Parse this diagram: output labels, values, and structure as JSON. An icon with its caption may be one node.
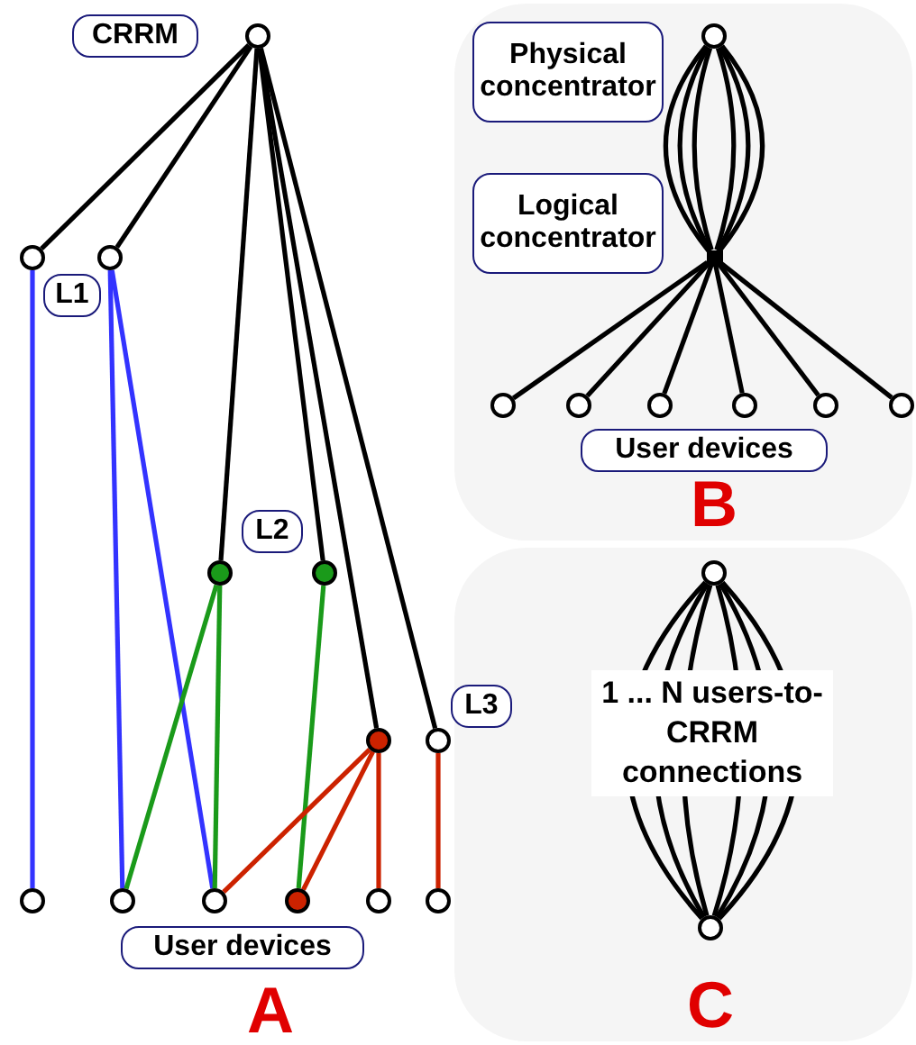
{
  "diagram": {
    "nodes": [
      {
        "text": [
          "CRRM"
        ]
      },
      {
        "text": [],
        "shape": "circle"
      },
      {
        "text": [
          "L1"
        ]
      },
      {
        "text": [],
        "shape": "circle"
      },
      {
        "text": [],
        "shape": "circle"
      },
      {
        "text": [
          "L2"
        ]
      },
      {
        "text": [],
        "shape": "circle"
      },
      {
        "text": [],
        "shape": "circle"
      },
      {
        "text": [
          "L3"
        ]
      },
      {
        "text": [],
        "shape": "circle"
      },
      {
        "text": [],
        "shape": "circle"
      },
      {
        "text": [
          "User devices"
        ]
      },
      {
        "text": [],
        "shape": "circle"
      },
      {
        "text": [],
        "shape": "circle"
      },
      {
        "text": [],
        "shape": "circle"
      },
      {
        "text": [],
        "shape": "circle"
      },
      {
        "text": [],
        "shape": "circle"
      },
      {
        "text": [],
        "shape": "circle"
      },
      {
        "text": [
          "Physical concentrator"
        ]
      },
      {
        "text": [],
        "shape": "circle"
      },
      {
        "text": [
          "Logical concentrator"
        ]
      },
      {
        "text": [],
        "shape": "box"
      },
      {
        "text": [
          "User devices"
        ]
      },
      {
        "text": [],
        "shape": "circle"
      },
      {
        "text": [],
        "shape": "circle"
      },
      {
        "text": [],
        "shape": "circle"
      },
      {
        "text": [],
        "shape": "circle"
      },
      {
        "text": [],
        "shape": "circle"
      },
      {
        "text": [],
        "shape": "circle"
      },
      {
        "text": [],
        "shape": "circle"
      },
      {
        "text": [],
        "shape": "circle"
      }
    ],
    "edges": [
      {
        "from": 1,
        "to": 3,
        "arrow": "none"
      },
      {
        "from": 1,
        "to": 4,
        "arrow": "none"
      },
      {
        "from": 1,
        "to": 6,
        "arrow": "none"
      },
      {
        "from": 1,
        "to": 7,
        "arrow": "none"
      },
      {
        "from": 1,
        "to": 9,
        "arrow": "none"
      },
      {
        "from": 1,
        "to": 10,
        "arrow": "none"
      },
      {
        "from": 3,
        "to": 12,
        "arrow": "none",
        "color": "#3333ff"
      },
      {
        "from": 4,
        "to": 13,
        "arrow": "none",
        "color": "#3333ff"
      },
      {
        "from": 4,
        "to": 14,
        "arrow": "none",
        "color": "#3333ff"
      },
      {
        "from": 6,
        "to": 13,
        "arrow": "none",
        "color": "#1a9a1a"
      },
      {
        "from": 6,
        "to": 14,
        "arrow": "none",
        "color": "#1a9a1a"
      },
      {
        "from": 7,
        "to": 15,
        "arrow": "none",
        "color": "#1a9a1a"
      },
      {
        "from": 9,
        "to": 14,
        "arrow": "none",
        "color": "#cc2200"
      },
      {
        "from": 9,
        "to": 15,
        "arrow": "none",
        "color": "#cc2200"
      },
      {
        "from": 9,
        "to": 16,
        "arrow": "none",
        "color": "#cc2200"
      },
      {
        "from": 10,
        "to": 17,
        "arrow": "none",
        "color": "#cc2200"
      },
      {
        "from": 19,
        "to": 21,
        "arrow": "none"
      },
      {
        "from": 19,
        "to": 21,
        "arrow": "none"
      },
      {
        "from": 19,
        "to": 21,
        "arrow": "none"
      },
      {
        "from": 19,
        "to": 21,
        "arrow": "none"
      },
      {
        "from": 19,
        "to": 21,
        "arrow": "none"
      },
      {
        "from": 19,
        "to": 21,
        "arrow": "none"
      },
      {
        "from": 21,
        "to": 23,
        "arrow": "none"
      },
      {
        "from": 21,
        "to": 24,
        "arrow": "none"
      },
      {
        "from": 21,
        "to": 25,
        "arrow": "none"
      },
      {
        "from": 21,
        "to": 26,
        "arrow": "none"
      },
      {
        "from": 21,
        "to": 27,
        "arrow": "none"
      },
      {
        "from": 21,
        "to": 28,
        "arrow": "none"
      },
      {
        "from": 29,
        "to": 30,
        "arrow": "none"
      },
      {
        "from": 29,
        "to": 30,
        "arrow": "none"
      },
      {
        "from": 29,
        "to": 30,
        "arrow": "none"
      },
      {
        "from": 29,
        "to": 30,
        "arrow": "none"
      },
      {
        "from": 29,
        "to": 30,
        "arrow": "none"
      },
      {
        "from": 29,
        "to": 30,
        "arrow": "none"
      }
    ],
    "labels": [
      "A",
      "B",
      "1 ... N users-to-CRRM connections",
      "C"
    ]
  }
}
